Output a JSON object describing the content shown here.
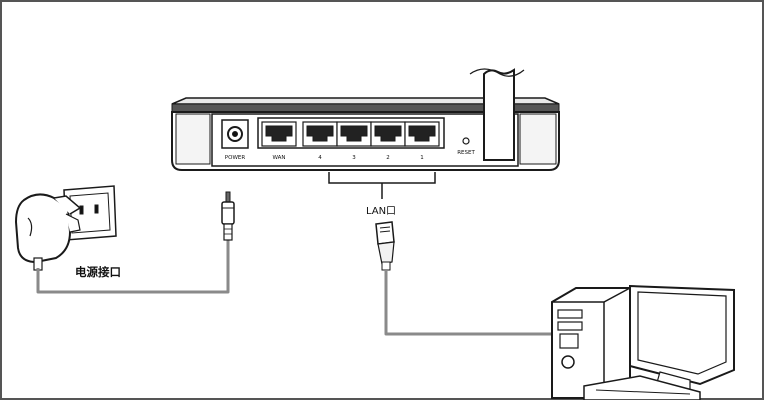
{
  "router": {
    "power_label": "POWER",
    "wan_label": "WAN",
    "lan_port_labels": [
      "4",
      "3",
      "2",
      "1"
    ],
    "reset_label": "RESET"
  },
  "callouts": {
    "lan_port": "LAN口",
    "power_port": "电源接口"
  },
  "colors": {
    "line_art": "#1a1a1a",
    "cable": "#8a8a8a"
  },
  "icons": [
    "router-icon",
    "power-adapter-icon",
    "wall-outlet-icon",
    "dc-plug-icon",
    "rj45-plug-icon",
    "computer-icon"
  ]
}
